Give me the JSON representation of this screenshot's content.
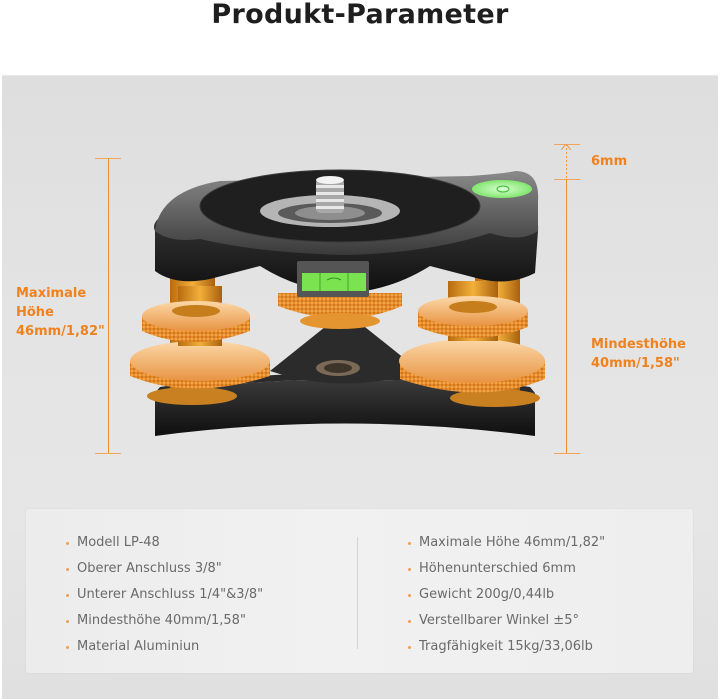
{
  "header": {
    "title": "Produkt-Parameter"
  },
  "colors": {
    "accent_orange": "#f0821e",
    "panel_bg": "#e2e2e2",
    "card_bg": "#efefef",
    "text_gray": "#6a6a6a",
    "title_dark": "#1e1e1e"
  },
  "dimensions": {
    "max_height_label_line1": "Maximale",
    "max_height_label_line2": "Höhe",
    "max_height_label_line3": "46mm/1,82\"",
    "height_diff_label": "6mm",
    "min_height_label_line1": "Mindesthöhe",
    "min_height_label_line2": "40mm/1,58\""
  },
  "product": {
    "image_alt": "Leveling base LP-48 with orange knurled adjustment knobs and bubble levels"
  },
  "specs": {
    "left": [
      {
        "label": "Modell LP-48"
      },
      {
        "label": "Oberer Anschluss 3/8\""
      },
      {
        "label": "Unterer Anschluss 1/4\"&3/8\""
      },
      {
        "label": "Mindesthöhe 40mm/1,58\""
      },
      {
        "label": "Material Aluminiun"
      }
    ],
    "right": [
      {
        "label": "Maximale Höhe 46mm/1,82\""
      },
      {
        "label": "Höhenunterschied 6mm"
      },
      {
        "label": "Gewicht 200g/0,44lb"
      },
      {
        "label": "Verstellbarer Winkel ±5°"
      },
      {
        "label": "Tragfähigkeit 15kg/33,06lb"
      }
    ]
  }
}
